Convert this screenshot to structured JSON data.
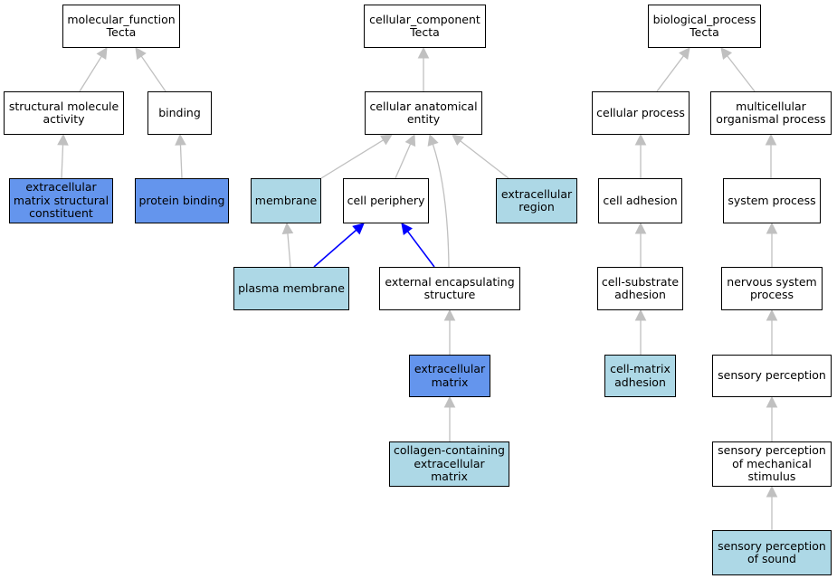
{
  "colors": {
    "default_fill": "#ffffff",
    "light_fill": "#add8e6",
    "dark_fill": "#6495ed",
    "grey_edge": "#c0c0c0",
    "blue_edge": "#0000ff"
  },
  "nodes": [
    {
      "id": "mf",
      "label": "molecular_function\nTecta",
      "fill": "default"
    },
    {
      "id": "sma",
      "label": "structural molecule\nactivity",
      "fill": "default"
    },
    {
      "id": "binding",
      "label": "binding",
      "fill": "default"
    },
    {
      "id": "ecmsc",
      "label": "extracellular\nmatrix structural\nconstituent",
      "fill": "dark"
    },
    {
      "id": "pb",
      "label": "protein binding",
      "fill": "dark"
    },
    {
      "id": "cc",
      "label": "cellular_component\nTecta",
      "fill": "default"
    },
    {
      "id": "cae",
      "label": "cellular anatomical\nentity",
      "fill": "default"
    },
    {
      "id": "membrane",
      "label": "membrane",
      "fill": "light"
    },
    {
      "id": "cp",
      "label": "cell periphery",
      "fill": "default"
    },
    {
      "id": "ecr",
      "label": "extracellular\nregion",
      "fill": "light"
    },
    {
      "id": "pm",
      "label": "plasma membrane",
      "fill": "light"
    },
    {
      "id": "ees",
      "label": "external encapsulating\nstructure",
      "fill": "default"
    },
    {
      "id": "ecm",
      "label": "extracellular\nmatrix",
      "fill": "dark"
    },
    {
      "id": "cce",
      "label": "collagen-containing\nextracellular\nmatrix",
      "fill": "light"
    },
    {
      "id": "bp",
      "label": "biological_process\nTecta",
      "fill": "default"
    },
    {
      "id": "cellproc",
      "label": "cellular process",
      "fill": "default"
    },
    {
      "id": "mop",
      "label": "multicellular\norganismal process",
      "fill": "default"
    },
    {
      "id": "ca",
      "label": "cell adhesion",
      "fill": "default"
    },
    {
      "id": "sp",
      "label": "system process",
      "fill": "default"
    },
    {
      "id": "csa",
      "label": "cell-substrate\nadhesion",
      "fill": "default"
    },
    {
      "id": "nsp",
      "label": "nervous system\nprocess",
      "fill": "default"
    },
    {
      "id": "cma",
      "label": "cell-matrix\nadhesion",
      "fill": "light"
    },
    {
      "id": "sens",
      "label": "sensory perception",
      "fill": "default"
    },
    {
      "id": "spms",
      "label": "sensory perception\nof mechanical\nstimulus",
      "fill": "default"
    },
    {
      "id": "sps",
      "label": "sensory perception\nof sound",
      "fill": "light"
    }
  ],
  "edges": [
    {
      "from": "sma",
      "to": "mf",
      "color": "grey"
    },
    {
      "from": "binding",
      "to": "mf",
      "color": "grey"
    },
    {
      "from": "ecmsc",
      "to": "sma",
      "color": "grey"
    },
    {
      "from": "pb",
      "to": "binding",
      "color": "grey"
    },
    {
      "from": "cae",
      "to": "cc",
      "color": "grey"
    },
    {
      "from": "membrane",
      "to": "cae",
      "color": "grey"
    },
    {
      "from": "cp",
      "to": "cae",
      "color": "grey"
    },
    {
      "from": "ees",
      "to": "cae",
      "color": "grey"
    },
    {
      "from": "ecr",
      "to": "cae",
      "color": "grey"
    },
    {
      "from": "pm",
      "to": "membrane",
      "color": "grey"
    },
    {
      "from": "pm",
      "to": "cp",
      "color": "blue"
    },
    {
      "from": "ees",
      "to": "cp",
      "color": "blue"
    },
    {
      "from": "ecm",
      "to": "ees",
      "color": "grey"
    },
    {
      "from": "cce",
      "to": "ecm",
      "color": "grey"
    },
    {
      "from": "cellproc",
      "to": "bp",
      "color": "grey"
    },
    {
      "from": "mop",
      "to": "bp",
      "color": "grey"
    },
    {
      "from": "ca",
      "to": "cellproc",
      "color": "grey"
    },
    {
      "from": "sp",
      "to": "mop",
      "color": "grey"
    },
    {
      "from": "csa",
      "to": "ca",
      "color": "grey"
    },
    {
      "from": "nsp",
      "to": "sp",
      "color": "grey"
    },
    {
      "from": "cma",
      "to": "csa",
      "color": "grey"
    },
    {
      "from": "sens",
      "to": "nsp",
      "color": "grey"
    },
    {
      "from": "spms",
      "to": "sens",
      "color": "grey"
    },
    {
      "from": "sps",
      "to": "spms",
      "color": "grey"
    }
  ]
}
